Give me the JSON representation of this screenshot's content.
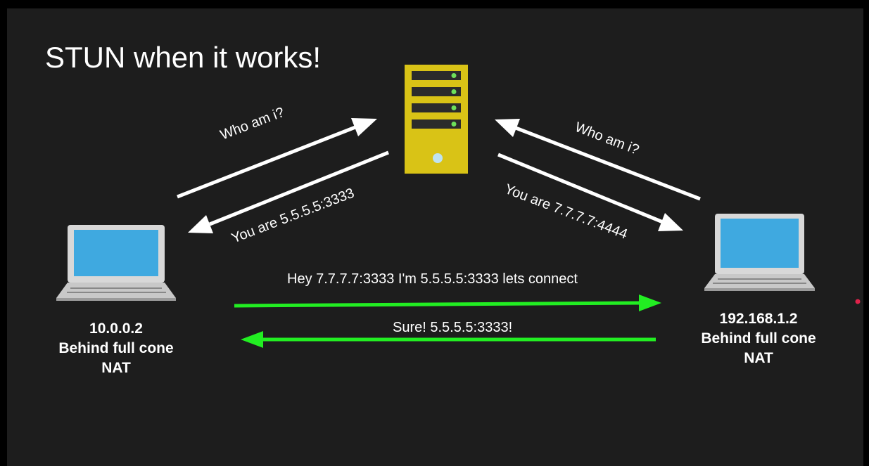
{
  "title": "STUN when it works!",
  "server": {
    "icon": "server-icon"
  },
  "left_peer": {
    "icon": "laptop-icon",
    "ip": "10.0.0.2",
    "nat_line1": "Behind full cone",
    "nat_line2": "NAT"
  },
  "right_peer": {
    "icon": "laptop-icon",
    "ip": "192.168.1.2",
    "nat_line1": "Behind full cone",
    "nat_line2": "NAT"
  },
  "messages": {
    "left_request": "Who am i?",
    "left_response": "You are 5.5.5.5:3333",
    "right_request": "Who am i?",
    "right_response": "You are 7.7.7.7:4444",
    "peer_request": "Hey 7.7.7.7:3333 I'm 5.5.5.5:3333 lets connect",
    "peer_response": "Sure! 5.5.5.5:3333!"
  },
  "colors": {
    "stun_arrow": "#ffffff",
    "peer_arrow": "#22ee22",
    "server": "#d9c316",
    "screen": "#3fa9e0"
  }
}
